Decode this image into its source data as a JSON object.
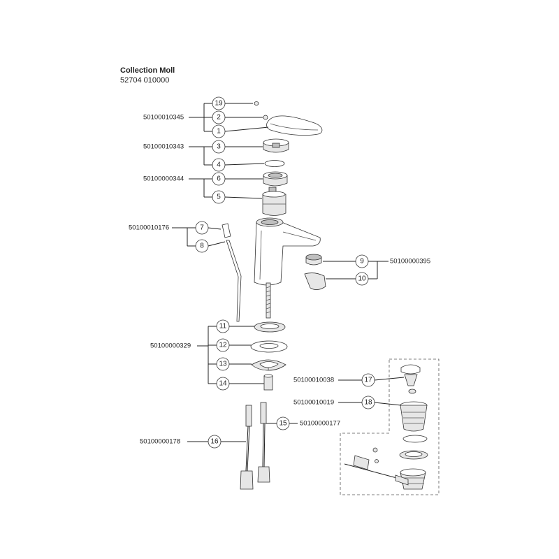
{
  "header": {
    "title": "Collection Moll",
    "subtitle": "52704 010000"
  },
  "parts": [
    {
      "id": "p19",
      "number": "19"
    },
    {
      "id": "p2",
      "number": "2"
    },
    {
      "id": "p1",
      "number": "1"
    },
    {
      "id": "p3",
      "number": "3"
    },
    {
      "id": "p4",
      "number": "4"
    },
    {
      "id": "p6",
      "number": "6"
    },
    {
      "id": "p5",
      "number": "5"
    },
    {
      "id": "p7",
      "number": "7"
    },
    {
      "id": "p8",
      "number": "8"
    },
    {
      "id": "p9",
      "number": "9"
    },
    {
      "id": "p10",
      "number": "10"
    },
    {
      "id": "p11",
      "number": "11"
    },
    {
      "id": "p12",
      "number": "12"
    },
    {
      "id": "p13",
      "number": "13"
    },
    {
      "id": "p14",
      "number": "14"
    },
    {
      "id": "p17",
      "number": "17"
    },
    {
      "id": "p18",
      "number": "18"
    },
    {
      "id": "p15",
      "number": "15"
    },
    {
      "id": "p16",
      "number": "16"
    }
  ],
  "codes": [
    {
      "id": "c345",
      "code": "50100010345"
    },
    {
      "id": "c343",
      "code": "50100010343"
    },
    {
      "id": "c344",
      "code": "50100000344"
    },
    {
      "id": "c176",
      "code": "50100010176"
    },
    {
      "id": "c395",
      "code": "50100000395"
    },
    {
      "id": "c329",
      "code": "50100000329"
    },
    {
      "id": "c038",
      "code": "50100010038"
    },
    {
      "id": "c019",
      "code": "50100010019"
    },
    {
      "id": "c177",
      "code": "50100000177"
    },
    {
      "id": "c178",
      "code": "50100000178"
    }
  ]
}
